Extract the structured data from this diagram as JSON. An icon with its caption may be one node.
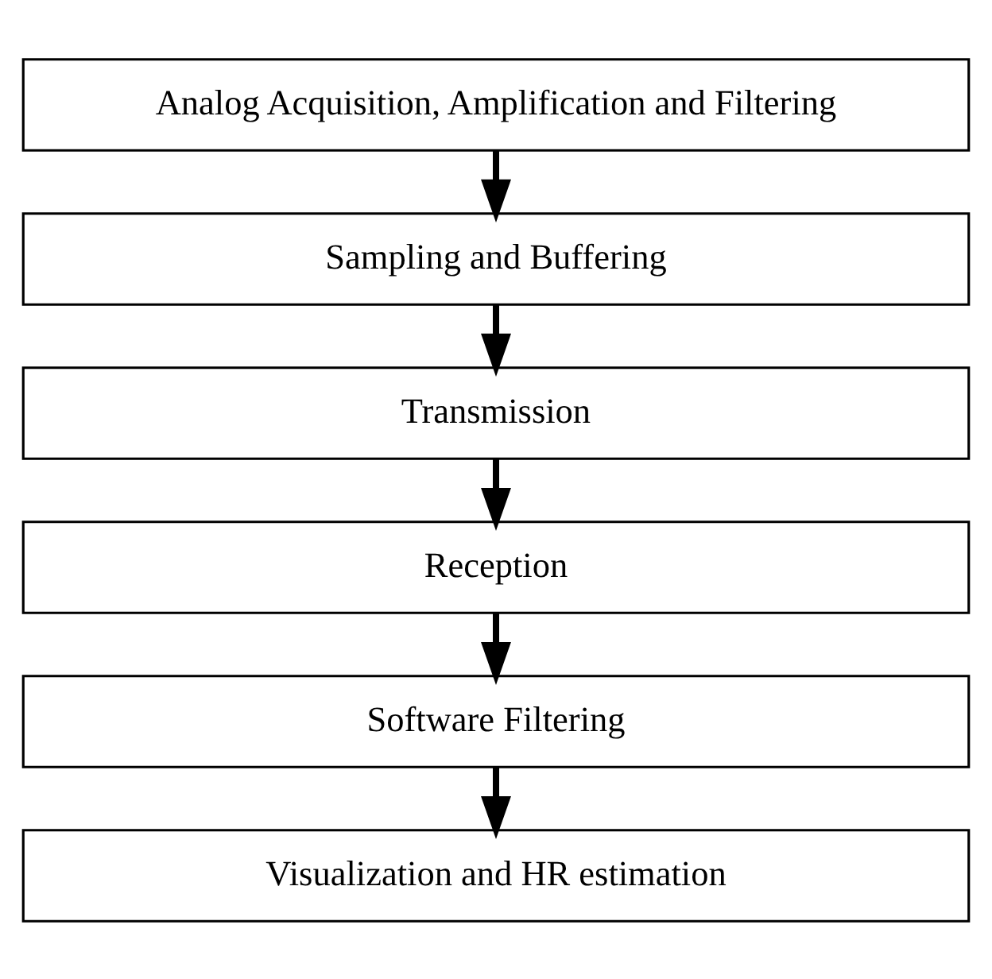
{
  "diagram": {
    "nodes": [
      {
        "text": [
          "Analog Acquisition, Amplification and Filtering"
        ]
      },
      {
        "text": [
          "Sampling and Buffering"
        ]
      },
      {
        "text": [
          "Transmission"
        ]
      },
      {
        "text": [
          "Reception"
        ]
      },
      {
        "text": [
          "Software Filtering"
        ]
      },
      {
        "text": [
          "Visualization and HR estimation"
        ]
      }
    ],
    "edges": [
      {
        "from": 0,
        "to": 1,
        "arrow": "to"
      },
      {
        "from": 1,
        "to": 2,
        "arrow": "to"
      },
      {
        "from": 2,
        "to": 3,
        "arrow": "to"
      },
      {
        "from": 3,
        "to": 4,
        "arrow": "to"
      },
      {
        "from": 4,
        "to": 5,
        "arrow": "to"
      }
    ]
  }
}
